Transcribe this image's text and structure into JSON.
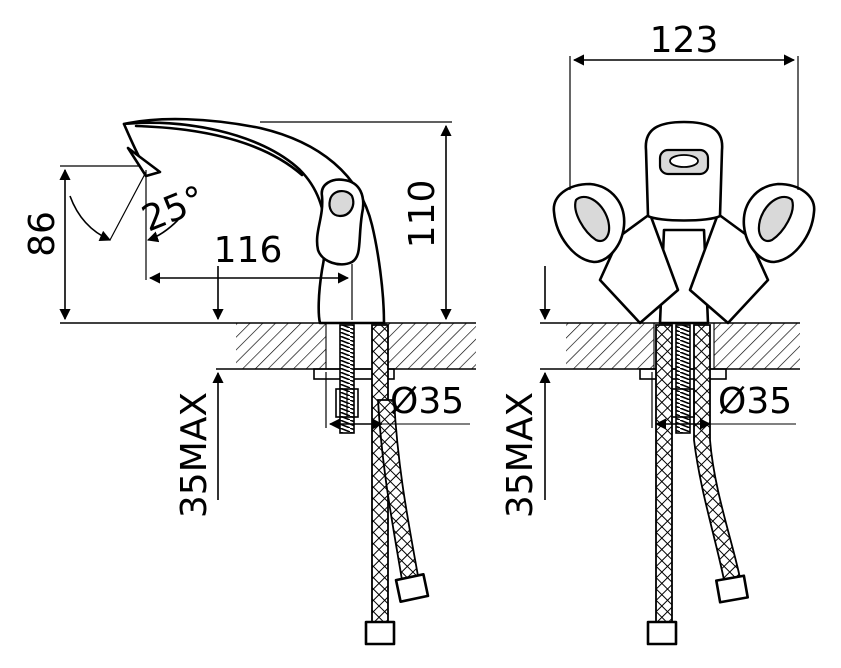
{
  "side_view": {
    "dim_height_inlet": "86",
    "dim_spout_angle": "25°",
    "dim_reach": "116",
    "dim_height_total": "110",
    "dim_hole_diameter": "Ø35",
    "dim_counter_thickness": "35MAX"
  },
  "front_view": {
    "dim_width": "123",
    "dim_hole_diameter": "Ø35",
    "dim_counter_thickness": "35MAX"
  },
  "colors": {
    "line": "#000000",
    "background": "#ffffff"
  }
}
